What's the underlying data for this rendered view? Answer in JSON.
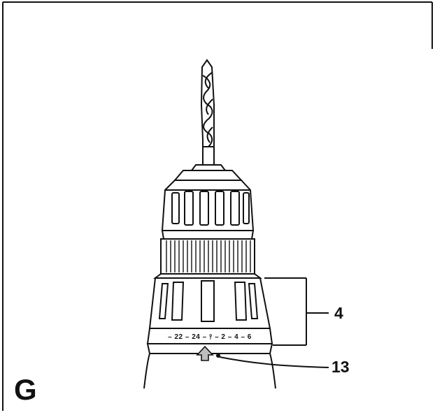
{
  "figure": {
    "letter": "G",
    "callouts": {
      "ring_label": "4",
      "arrow_label": "13"
    },
    "scale_text": "– 22 – 24 – ⫯ – 2 – 4 – 6",
    "colors": {
      "ink": "#111111",
      "arrow_fill": "#bdbdbd",
      "background": "#ffffff"
    }
  }
}
